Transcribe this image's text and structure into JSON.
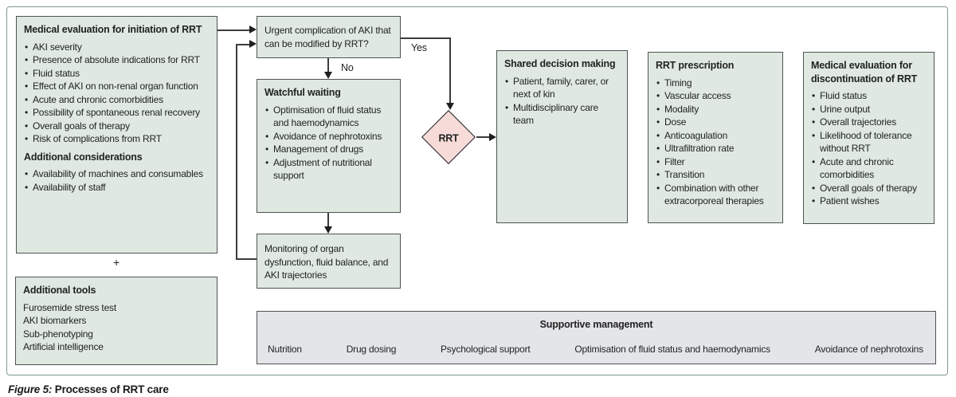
{
  "caption": {
    "label": "Figure 5:",
    "text": " Processes of RRT care"
  },
  "edge_labels": {
    "yes": "Yes",
    "no": "No",
    "plus": "+"
  },
  "colors": {
    "box_fill": "#dfe9e2",
    "box_border": "#4e5451",
    "bar_fill": "#e4e5e8",
    "diamond_fill": "#f6dbd9",
    "outer_border": "#84988f",
    "line": "#3a3c3a"
  },
  "initiation": {
    "title": "Medical evaluation for initiation of RRT",
    "bullets": [
      "AKI severity",
      "Presence of absolute indications for RRT",
      "Fluid status",
      "Effect of AKI on non-renal organ function",
      "Acute and chronic comorbidities",
      "Possibility of spontaneous renal recovery",
      "Overall goals of therapy",
      "Risk of complications from RRT"
    ],
    "subtitle": "Additional considerations",
    "subtitle_bullets": [
      "Availability of machines and consumables",
      "Availability of staff"
    ]
  },
  "additional_tools": {
    "title": "Additional tools",
    "lines": [
      "Furosemide stress test",
      "AKI biomarkers",
      "Sub-phenotyping",
      "Artificial intelligence"
    ]
  },
  "urgent": {
    "text": "Urgent complication of AKI that can be modified by RRT?"
  },
  "watchful": {
    "title": "Watchful waiting",
    "bullets": [
      "Optimisation of fluid status and haemodynamics",
      "Avoidance of nephrotoxins",
      "Management of drugs",
      "Adjustment of nutritional support"
    ]
  },
  "monitoring": {
    "text": "Monitoring of organ dysfunction, fluid balance, and AKI trajectories"
  },
  "decision": {
    "label": "RRT"
  },
  "shared": {
    "title": "Shared decision making",
    "bullets": [
      "Patient, family, carer, or next of kin",
      "Multidisciplinary care team"
    ]
  },
  "prescription": {
    "title": "RRT prescription",
    "bullets": [
      "Timing",
      "Vascular access",
      "Modality",
      "Dose",
      "Anticoagulation",
      "Ultrafiltration rate",
      "Filter",
      "Transition",
      "Combination with other extracorporeal therapies"
    ]
  },
  "discontinuation": {
    "title": "Medical evaluation for discontinuation of RRT",
    "bullets": [
      "Fluid status",
      "Urine output",
      "Overall trajectories",
      "Likelihood of tolerance without RRT",
      "Acute and chronic comorbidities",
      "Overall goals of therapy",
      "Patient wishes"
    ]
  },
  "supportive": {
    "title": "Supportive management",
    "items": [
      "Nutrition",
      "Drug dosing",
      "Psychological support",
      "Optimisation of fluid status and haemodynamics",
      "Avoidance of nephrotoxins"
    ]
  }
}
